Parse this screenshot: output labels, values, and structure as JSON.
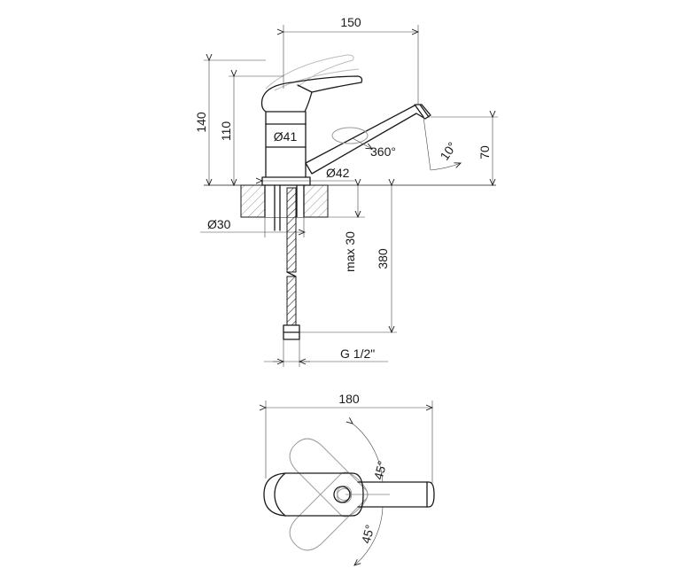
{
  "side_view": {
    "dim_width_top": "150",
    "dim_height_total": "140",
    "dim_height_body": "110",
    "dim_body_diameter": "Ø41",
    "dim_rotation": "360°",
    "dim_spout_tilt": "10°",
    "dim_spout_height": "70",
    "dim_base_diameter": "Ø42",
    "dim_shank_diameter": "Ø30",
    "dim_max_counter": "max 30",
    "dim_hose_length": "380",
    "dim_thread": "G 1/2\""
  },
  "top_view": {
    "dim_width": "180",
    "dim_angle_upper": "45°",
    "dim_angle_lower": "45°"
  }
}
